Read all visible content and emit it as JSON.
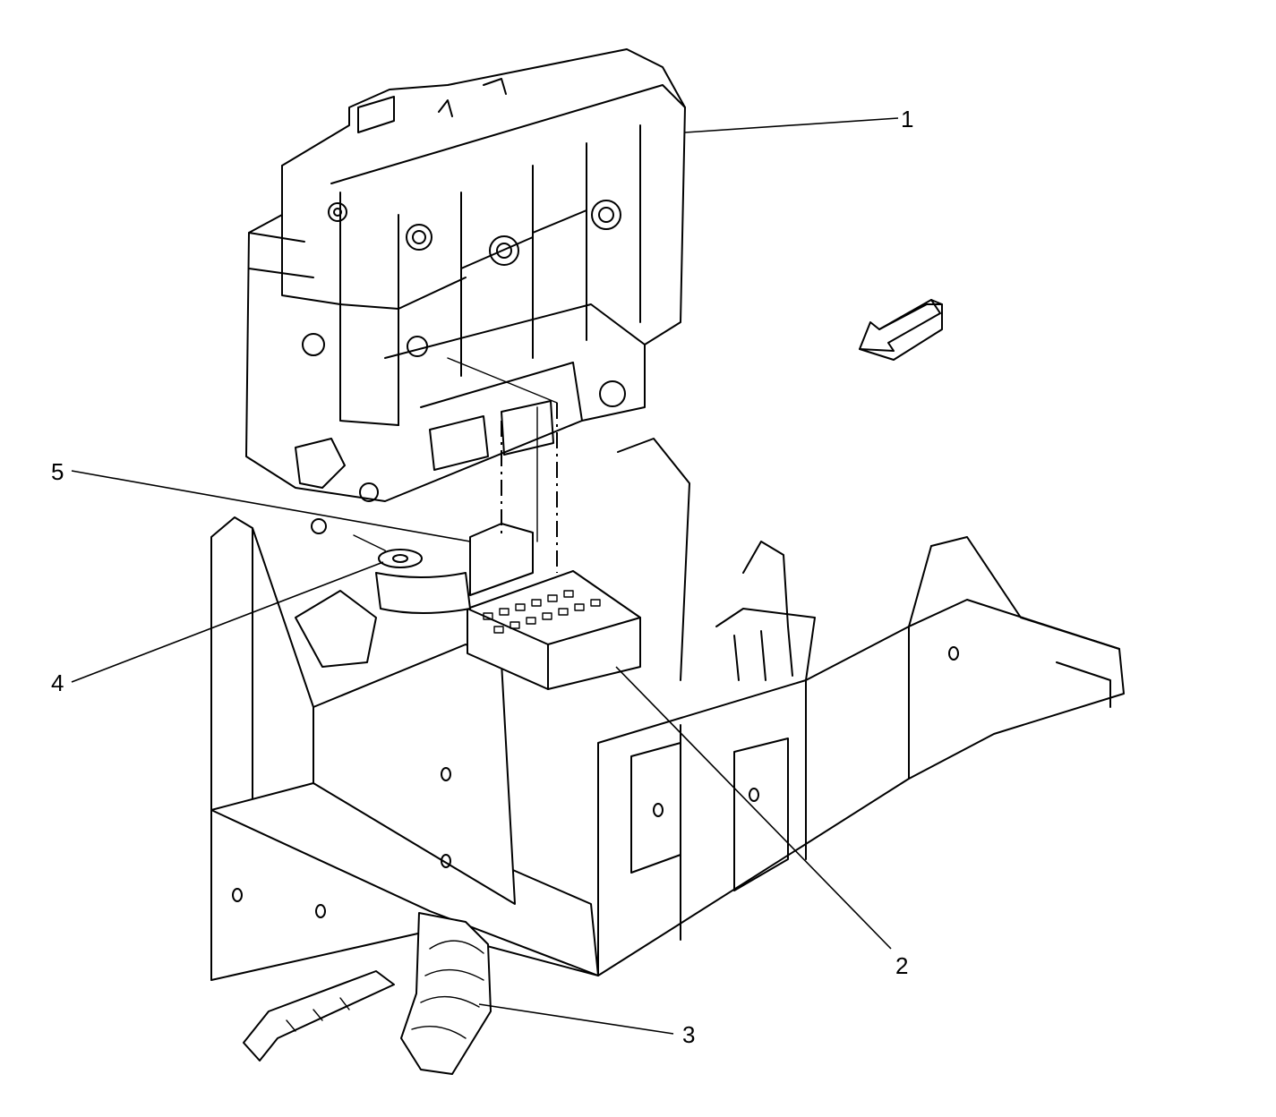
{
  "callouts": [
    {
      "id": "1",
      "label": "1"
    },
    {
      "id": "2",
      "label": "2"
    },
    {
      "id": "3",
      "label": "3"
    },
    {
      "id": "4",
      "label": "4"
    },
    {
      "id": "5",
      "label": "5"
    }
  ],
  "icons": {
    "direction_arrow": "front-direction-arrow-icon"
  },
  "colors": {
    "line": "#000000",
    "background": "#ffffff"
  }
}
